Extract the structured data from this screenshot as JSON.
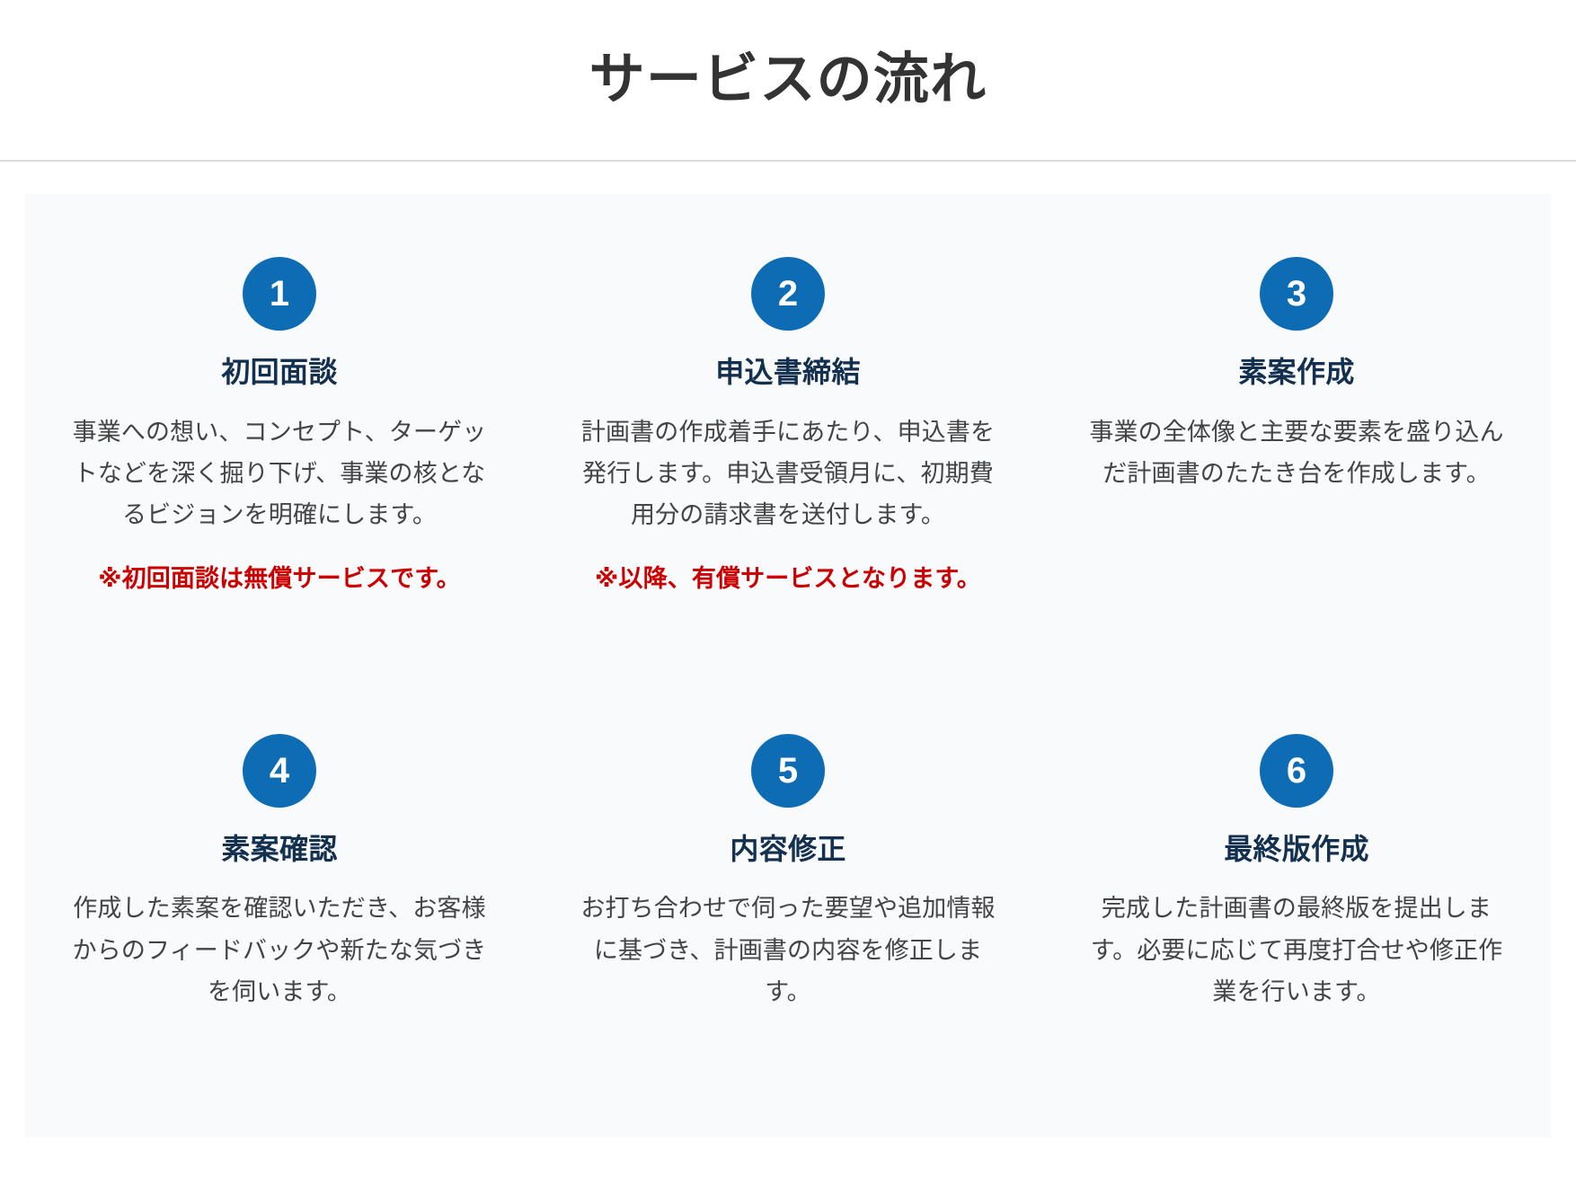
{
  "header": {
    "title": "サービスの流れ"
  },
  "theme": {
    "badge_blue": "#0d6cb4",
    "title_navy": "#13304f",
    "note_red": "#cc0000",
    "body_gray": "#444444",
    "panel_bg": "#f8fafc",
    "header_text": "#333333"
  },
  "steps": [
    {
      "number": "1",
      "title": "初回面談",
      "description": "事業への想い、コンセプト、ターゲットなどを深く掘り下げ、事業の核となるビジョンを明確にします。",
      "note": "※初回面談は無償サービスです。"
    },
    {
      "number": "2",
      "title": "申込書締結",
      "description": "計画書の作成着手にあたり、申込書を発行します。申込書受領月に、初期費用分の請求書を送付します。",
      "note": "※以降、有償サービスとなります。"
    },
    {
      "number": "3",
      "title": "素案作成",
      "description": "事業の全体像と主要な要素を盛り込んだ計画書のたたき台を作成します。",
      "note": ""
    },
    {
      "number": "4",
      "title": "素案確認",
      "description": "作成した素案を確認いただき、お客様からのフィードバックや新たな気づきを伺います。",
      "note": ""
    },
    {
      "number": "5",
      "title": "内容修正",
      "description": "お打ち合わせで伺った要望や追加情報に基づき、計画書の内容を修正します。",
      "note": ""
    },
    {
      "number": "6",
      "title": "最終版作成",
      "description": "完成した計画書の最終版を提出します。必要に応じて再度打合せや修正作業を行います。",
      "note": ""
    }
  ]
}
